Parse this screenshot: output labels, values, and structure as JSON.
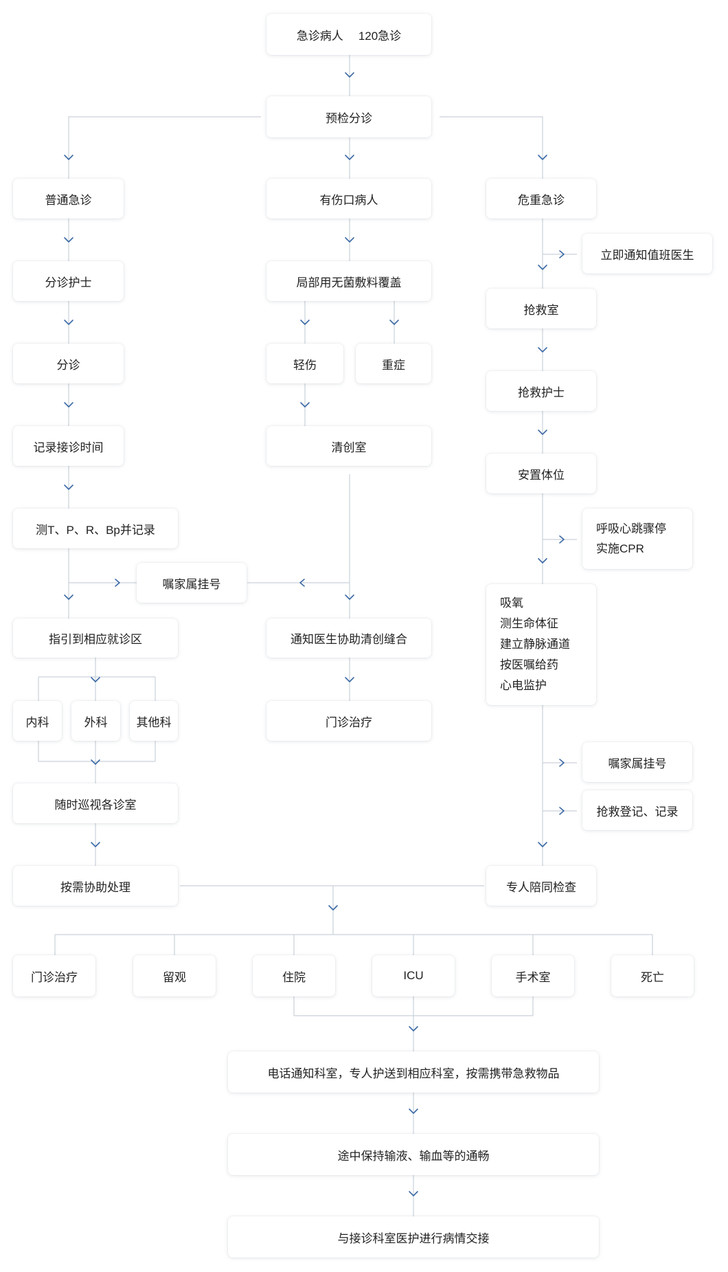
{
  "flowchart": {
    "top": [
      "急诊病人",
      "120急诊"
    ],
    "triage": "预检分诊",
    "left": {
      "head": "普通急诊",
      "nurse": "分诊护士",
      "triage": "分诊",
      "record_time": "记录接诊时间",
      "vitals": "测T、P、R、Bp并记录",
      "register": "嘱家属挂号",
      "guide": "指引到相应就诊区",
      "depts": [
        "内科",
        "外科",
        "其他科"
      ],
      "patrol": "随时巡视各诊室",
      "assist": "按需协助处理"
    },
    "middle": {
      "head": "有伤口病人",
      "dressing": "局部用无菌敷料覆盖",
      "minor": "轻伤",
      "severe": "重症",
      "debride_room": "清创室",
      "suture": "通知医生协助清创缝合",
      "outpatient": "门诊治疗"
    },
    "right": {
      "head": "危重急诊",
      "notify_doctor": "立即通知值班医生",
      "rescue_room": "抢救室",
      "rescue_nurse": "抢救护士",
      "position": "安置体位",
      "cpr": [
        "呼吸心跳骤停",
        "实施CPR"
      ],
      "measures": [
        "吸氧",
        "测生命体征",
        "建立静脉通道",
        "按医嘱给药",
        "心电监护"
      ],
      "register": "嘱家属挂号",
      "rescue_record": "抢救登记、记录",
      "escort_exam": "专人陪同检查"
    },
    "outcomes": [
      "门诊治疗",
      "留观",
      "住院",
      "ICU",
      "手术室",
      "死亡"
    ],
    "final_steps": [
      "电话通知科室，专人护送到相应科室，按需携带急救物品",
      "途中保持输液、输血等的通畅",
      "与接诊科室医护进行病情交接"
    ],
    "colors": {
      "line": "#c9d1d9",
      "arrow": "#3c6aa6",
      "text": "#222222",
      "node_bg": "#ffffff"
    }
  }
}
